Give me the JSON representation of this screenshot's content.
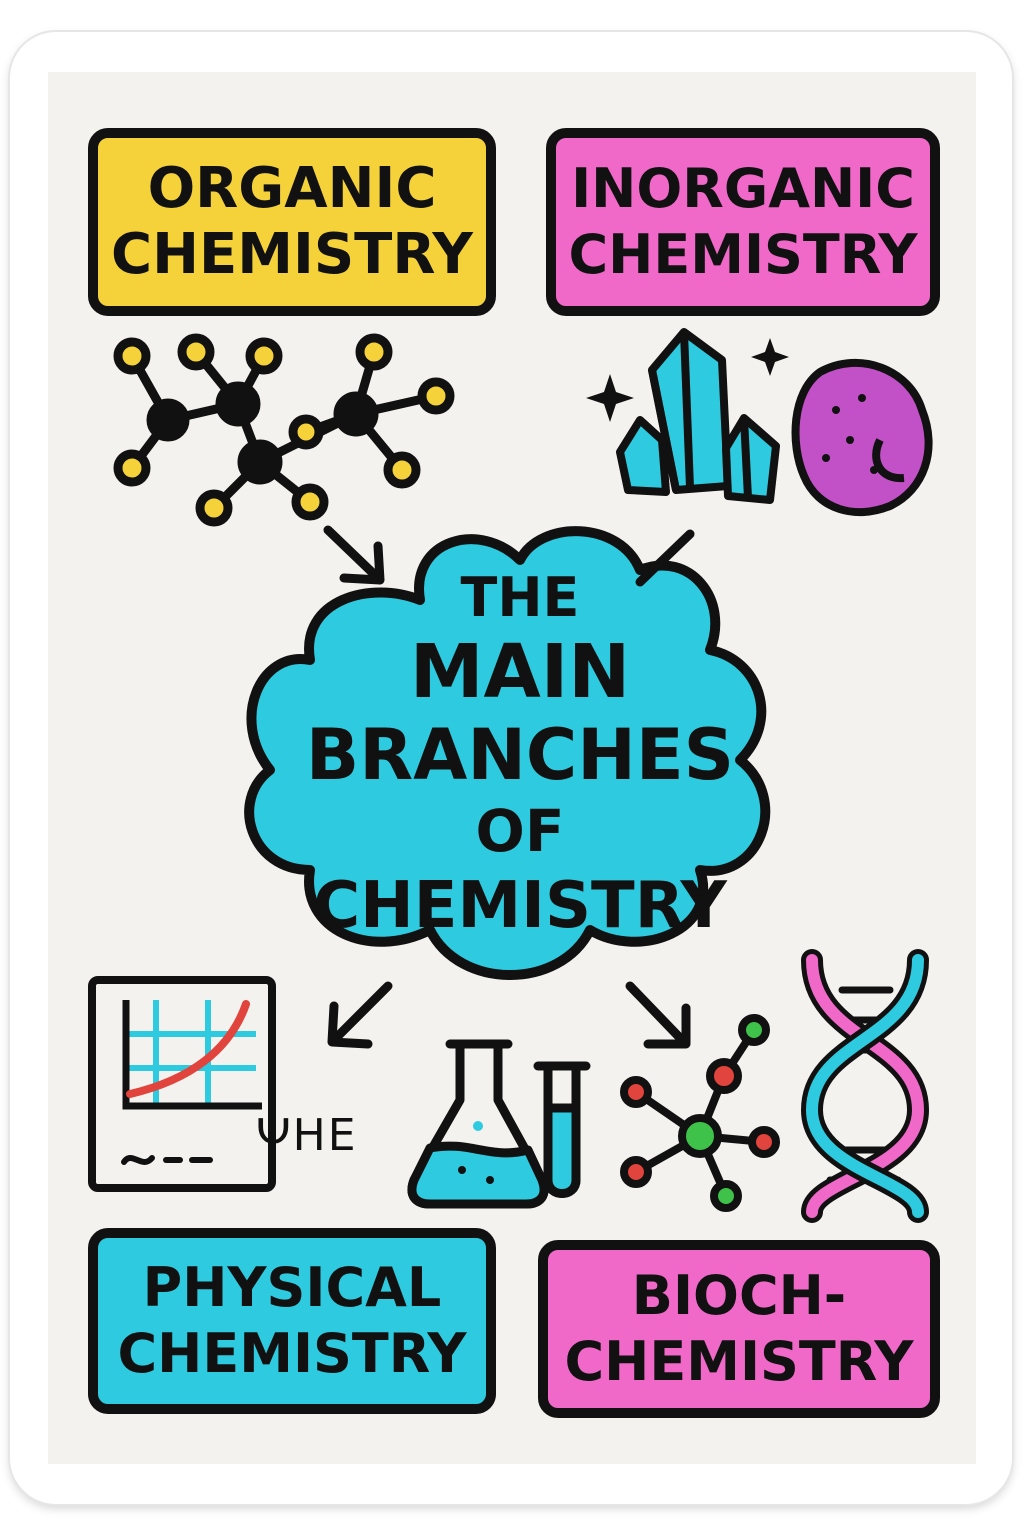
{
  "colors": {
    "ink": "#111111",
    "yellow": "#f6d23a",
    "pink": "#f068c8",
    "cyan": "#2ecbe0",
    "purple": "#c251c7",
    "red": "#e0443c",
    "green": "#3fc24a",
    "paper": "#f4f2ee"
  },
  "title": {
    "line1": "THE",
    "line2": "MAIN",
    "line3": "BRANCHES",
    "line4": "OF",
    "line5": "CHEMISTRY"
  },
  "branches": [
    {
      "line1": "ORGANIC",
      "line2": "CHEMISTRY",
      "color": "yellow",
      "icon": "organic-molecule-icon"
    },
    {
      "line1": "INORGANIC",
      "line2": "CHEMISTRY",
      "color": "pink",
      "icon": "crystal-and-rock-icon"
    },
    {
      "line1": "PHYSICAL",
      "line2": "CHEMISTRY",
      "color": "cyan",
      "icon": "graph-chart-icon"
    },
    {
      "line1": "BIOCH-",
      "line2": "CHEMISTRY",
      "color": "pink",
      "icon": "dna-helix-icon"
    }
  ],
  "physical_scribble": "ΨHE",
  "icons": [
    "organic-molecule-icon",
    "sparkle-icon",
    "crystal-icon",
    "rock-icon",
    "graph-chart-icon",
    "flask-icon",
    "test-tube-icon",
    "molecule-icon",
    "dna-helix-icon",
    "arrow-icon"
  ]
}
